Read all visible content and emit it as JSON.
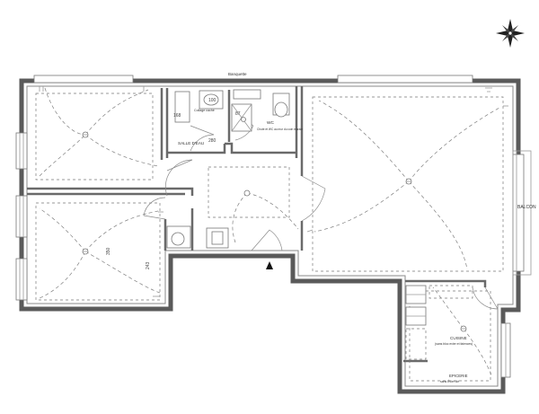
{
  "labels": {
    "banquette": "Banquette",
    "salle_deau": "SALLE D'EAU",
    "collage": "Collage caché",
    "wc": "WC",
    "wc_note": "Chute et WC au mur du coin murale",
    "balcon": "BALCON",
    "cuisine": "CUISINE",
    "cuisine_note": "(sans bloc evier et faiences)",
    "epicerie": "EPICERIE",
    "epicerie_note": "sans Évier clé",
    "dim_168": "168",
    "dim_100": "100",
    "dim_280": "280",
    "dim_87": "87",
    "dim_350": "350",
    "dim_243": "243"
  },
  "colors": {
    "wall": "#5a5a5a",
    "line": "#8a8a8a",
    "background": "#ffffff"
  },
  "icons": {
    "compass": "compass-rose-icon",
    "entrance": "entrance-arrow-icon",
    "light": "ceiling-light-icon"
  }
}
